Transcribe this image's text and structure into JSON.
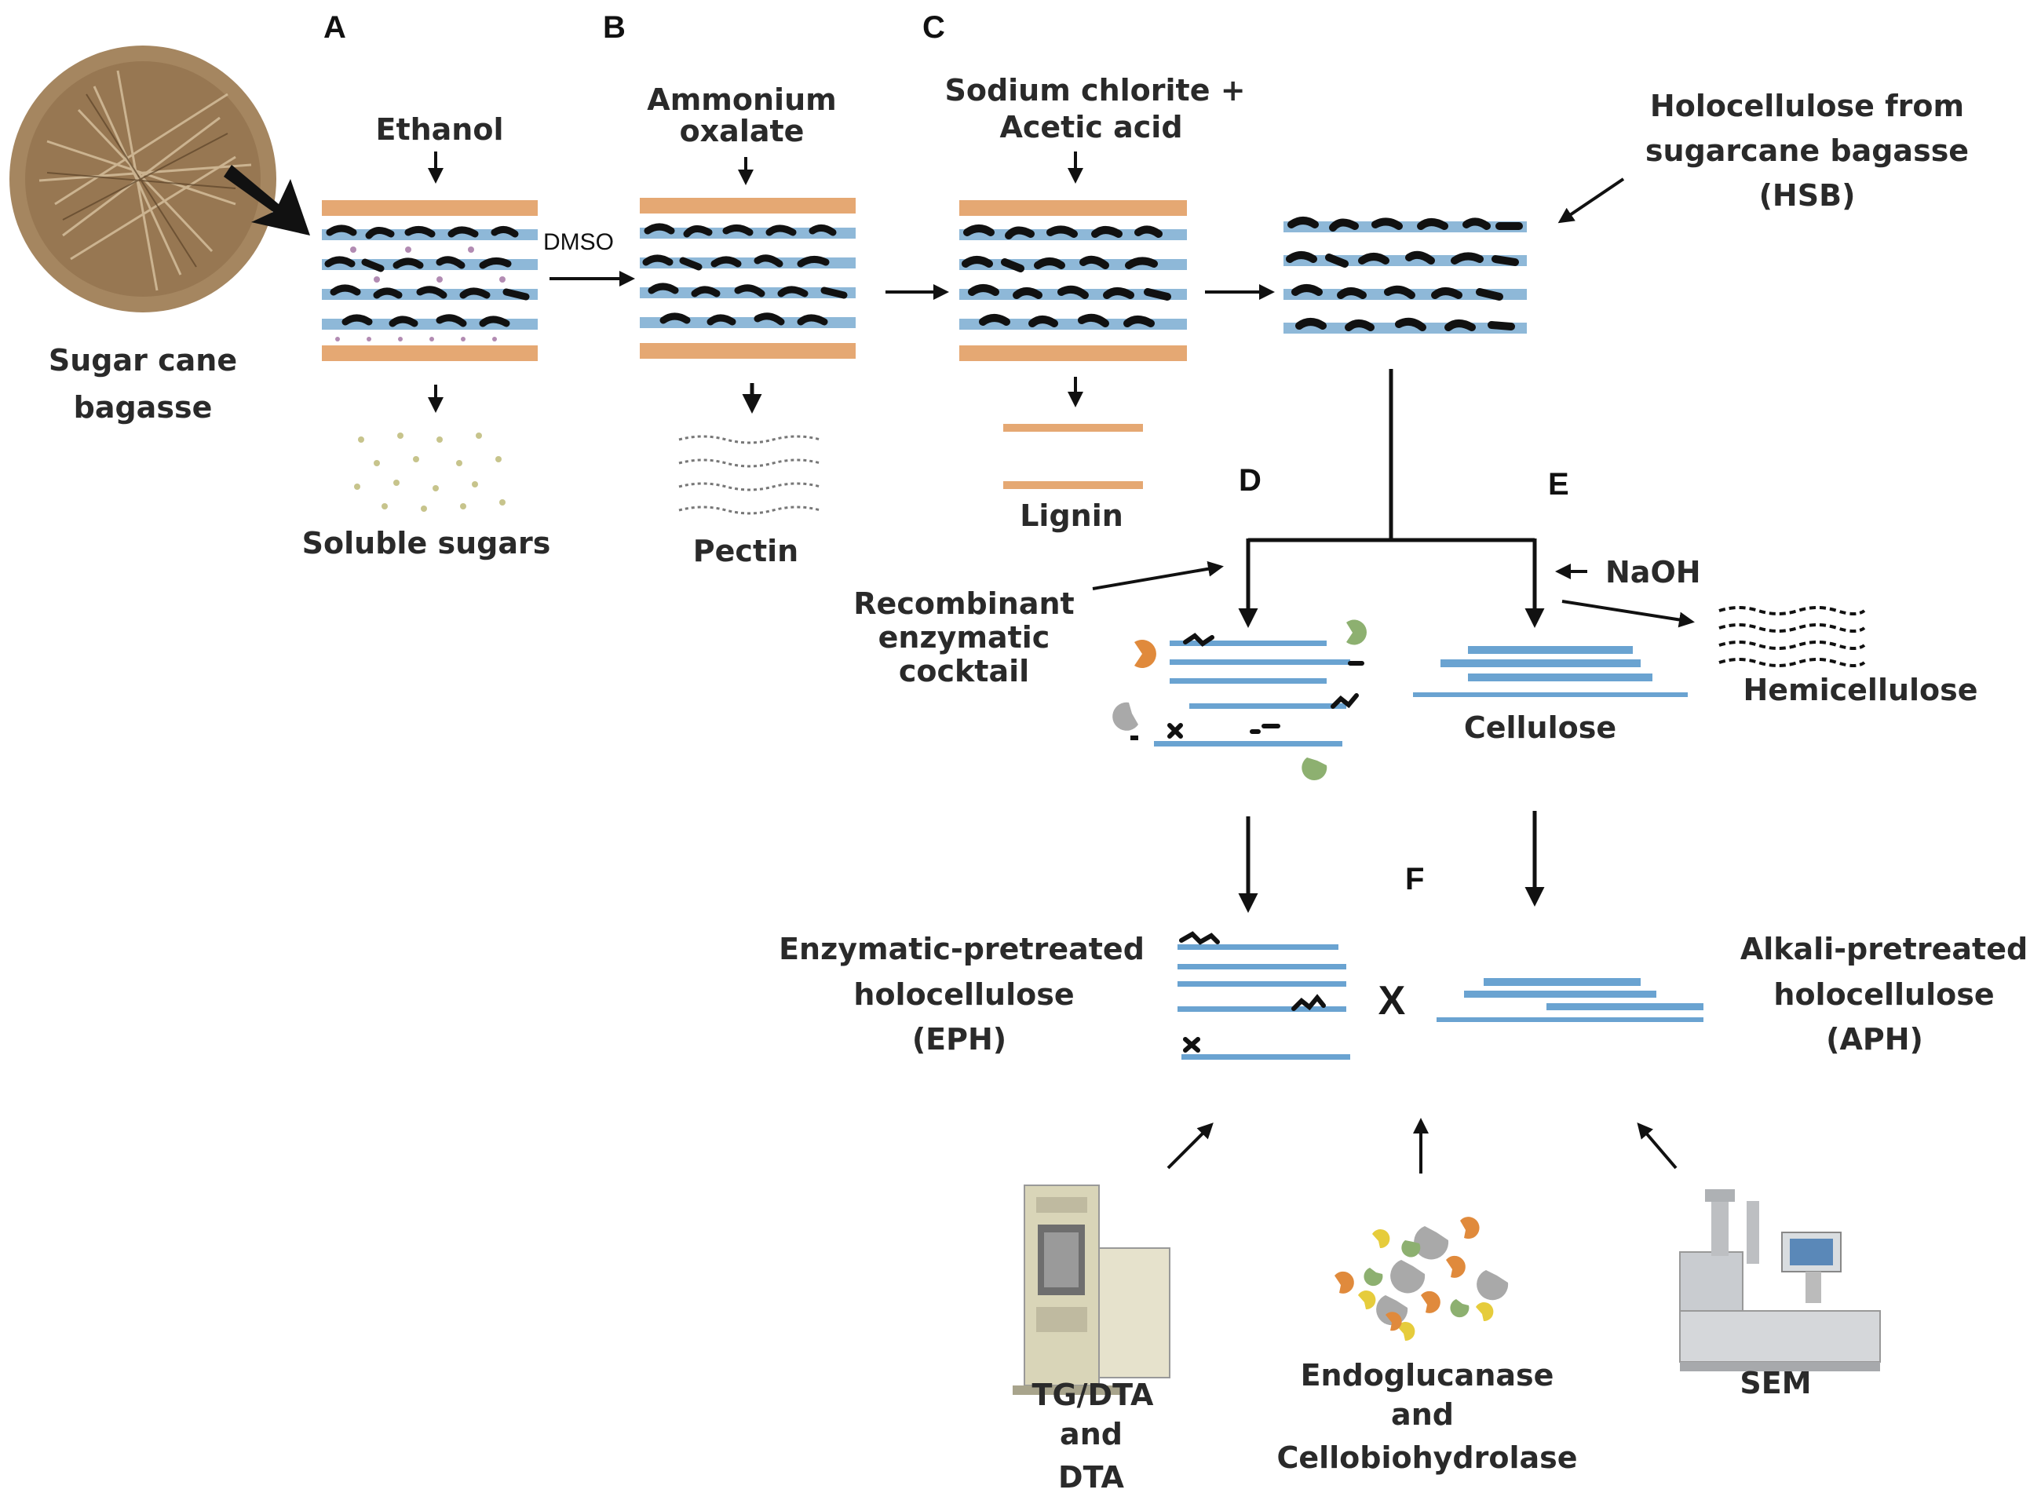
{
  "colors": {
    "wall_orange": "#e5a873",
    "fiber_blue": "#8eb8d8",
    "cellulose_blue": "#6aa3d1",
    "lignin_black": "#111111",
    "enzyme_orange": "#e08a3c",
    "enzyme_green": "#8db070",
    "enzyme_gray": "#a9a9a9",
    "enzyme_yellow": "#e6cc3c",
    "bagasse_brown": "#9b7a55"
  },
  "steps": {
    "A": "A",
    "B": "B",
    "C": "C",
    "D": "D",
    "E": "E",
    "F": "F"
  },
  "source": {
    "line1": "Sugar cane",
    "line2": "bagasse"
  },
  "reagents": {
    "ethanol": "Ethanol",
    "ammonium_1": "Ammonium",
    "ammonium_2": "oxalate",
    "chlorite_1": "Sodium chlorite +",
    "chlorite_2": "Acetic acid",
    "dmso": "DMSO",
    "naoh": "NaOH",
    "cocktail_1": "Recombinant",
    "cocktail_2": "enzymatic",
    "cocktail_3": "cocktail"
  },
  "products": {
    "soluble_sugars": "Soluble sugars",
    "pectin": "Pectin",
    "lignin": "Lignin",
    "hsb_1": "Holocellulose from",
    "hsb_2": "sugarcane bagasse",
    "hsb_3": "(HSB)",
    "cellulose": "Cellulose",
    "hemicellulose": "Hemicellulose",
    "eph_1": "Enzymatic-pretreated",
    "eph_2": "holocellulose",
    "eph_3": "(EPH)",
    "aph_1": "Alkali-pretreated",
    "aph_2": "holocellulose",
    "aph_3": "(APH)",
    "cross": "X"
  },
  "analyses": {
    "tg_1": "TG/DTA",
    "tg_2": "and",
    "tg_3": "DTA",
    "enz_1": "Endoglucanase",
    "enz_2": "and",
    "enz_3": "Cellobiohydrolase",
    "sem": "SEM"
  }
}
